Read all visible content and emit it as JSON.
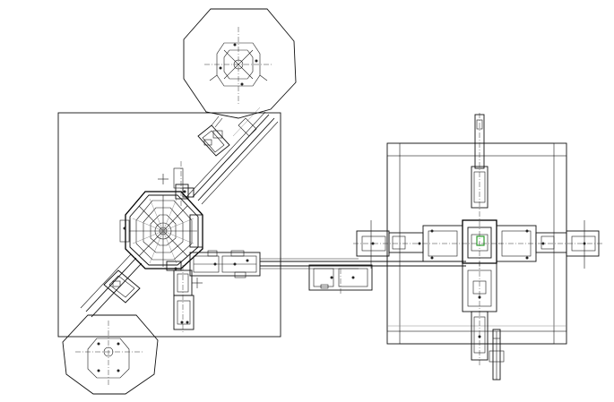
{
  "drawing": {
    "colors": {
      "line": "#111111",
      "background": "#ffffff",
      "highlight": "#2e9e2e"
    },
    "units": [
      {
        "id": "bowl-feeder-top",
        "shape": "octagon"
      },
      {
        "id": "main-indexing-table",
        "shape": "octagon"
      },
      {
        "id": "bowl-feeder-bottom",
        "shape": "octagon"
      },
      {
        "id": "transfer-conveyor"
      },
      {
        "id": "press-station",
        "shape": "cross"
      }
    ]
  }
}
